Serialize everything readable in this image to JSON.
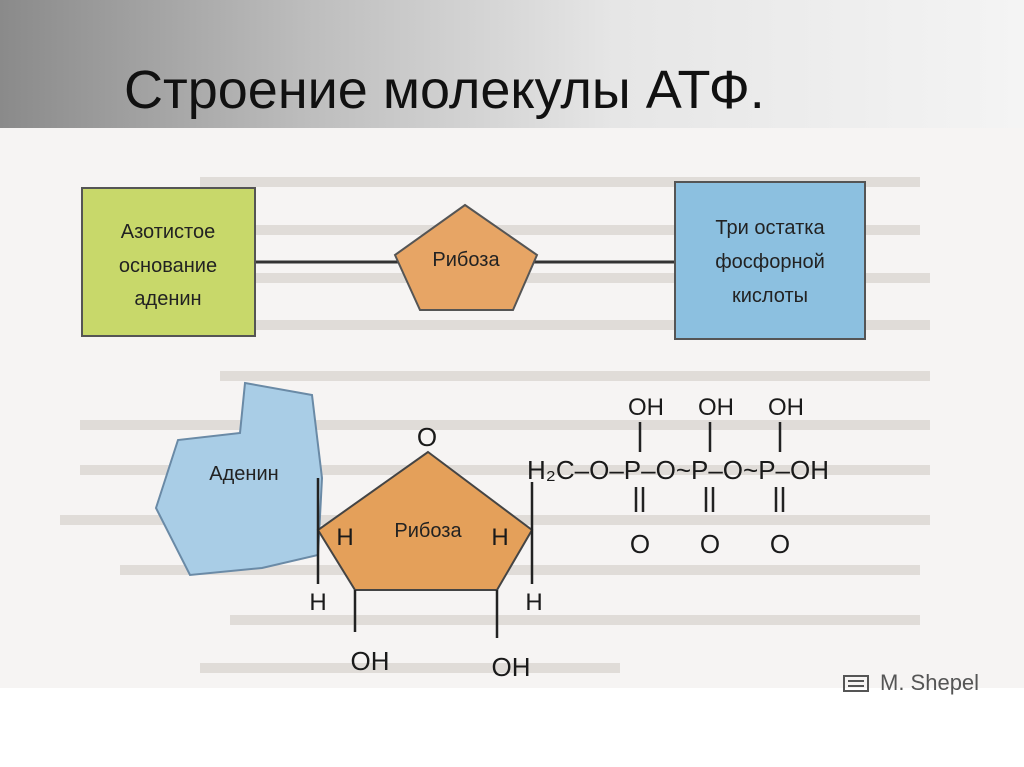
{
  "title": "Строение молекулы АТФ.",
  "top_scheme": {
    "base_box": {
      "lines": [
        "Азотистое",
        "основание",
        "аденин"
      ],
      "color": "#c8d86a"
    },
    "ribose": {
      "label": "Рибоза",
      "color": "#e7a565"
    },
    "phosphate_box": {
      "lines": [
        "Три остатка",
        "фосфорной",
        "кислоты"
      ],
      "color": "#8cc0e0"
    }
  },
  "structure": {
    "adenine": {
      "label": "Аденин",
      "color": "#a9cde6"
    },
    "ribose": {
      "label": "Рибоза",
      "color": "#e4a05a"
    },
    "ring_oxygen": "O",
    "carbon_h": [
      "H",
      "H",
      "H",
      "H"
    ],
    "hydroxyls": [
      "OH",
      "OH"
    ],
    "phosphate_chain": [
      "H₂C–O–P–O~P–O~P–OH"
    ],
    "phosphate_oh": [
      "OH",
      "OH",
      "OH"
    ],
    "phosphate_o": [
      "O",
      "O",
      "O"
    ]
  },
  "credit": "M. Shepel"
}
